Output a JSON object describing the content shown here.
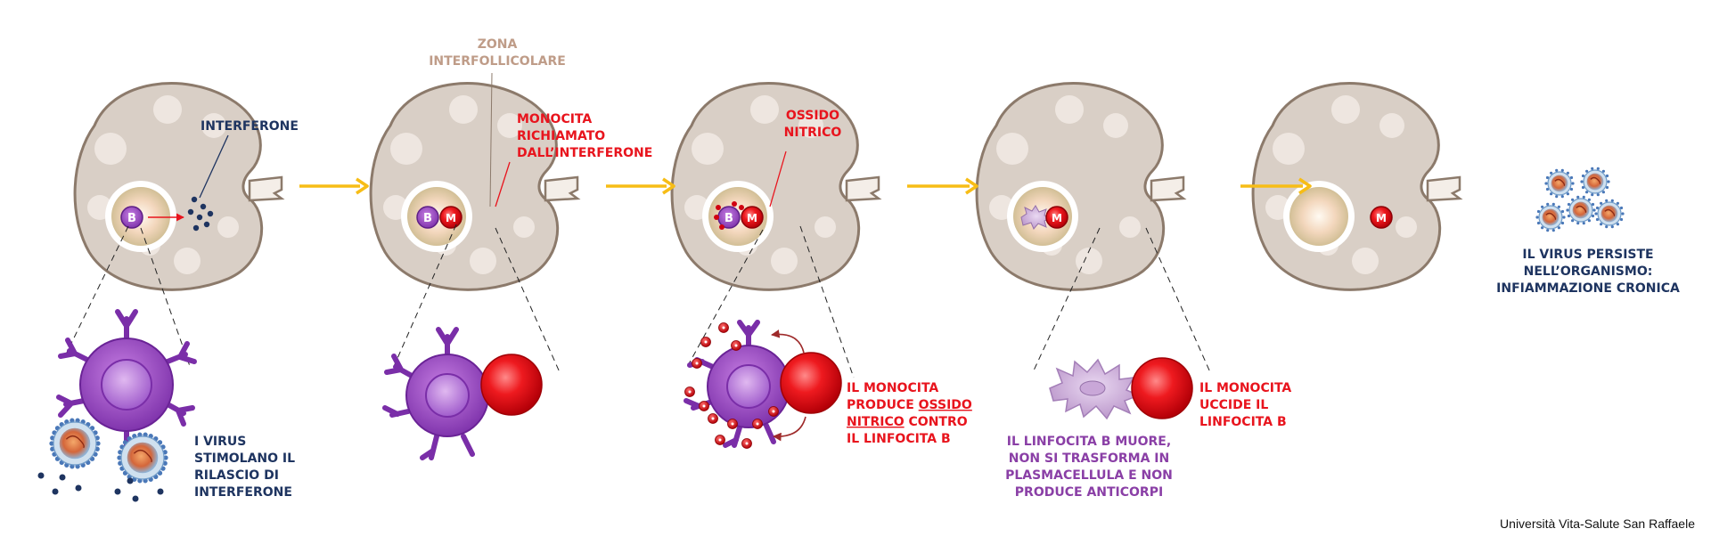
{
  "colors": {
    "node_fill": "#d9cfc6",
    "node_edge": "#8c7a6b",
    "follicle": "#efe8e2",
    "b_cell": "#8c3fb8",
    "monocyte": "#e0101a",
    "arrow": "#f7bd16",
    "label_navy": "#1e3460",
    "label_red": "#e8141d",
    "label_purple": "#8a3fa6",
    "label_tan": "#bf9c88"
  },
  "cell_letters": {
    "b": "B",
    "m": "M"
  },
  "labels": {
    "interferone": "INTERFERONE",
    "zona": [
      "ZONA",
      "INTERFOLLICOLARE"
    ],
    "monocita_richiamato": [
      "MONOCITA",
      "RICHIAMATO",
      "DALL’INTERFERONE"
    ],
    "ossido_nitrico": [
      "OSSIDO",
      "NITRICO"
    ],
    "virus_persiste": [
      "IL VIRUS PERSISTE",
      "NELL’ORGANISMO:",
      "INFIAMMAZIONE CRONICA"
    ],
    "virus_stimolano": [
      "I VIRUS",
      "STIMOLANO IL",
      "RILASCIO DI",
      "INTERFERONE"
    ],
    "monocita_produce": {
      "line1": "IL MONOCITA",
      "line2a": "PRODUCE ",
      "line2b": "OSSIDO",
      "line3a": "NITRICO",
      "line3b": " CONTRO",
      "line4": "IL LINFOCITA B"
    },
    "linfocita_muore": [
      "IL LINFOCITA B MUORE,",
      "NON SI TRASFORMA IN",
      "PLASMACELLULA E NON",
      "PRODUCE ANTICORPI"
    ],
    "monocita_uccide": [
      "IL MONOCITA",
      "UCCIDE IL",
      "LINFOCITA B"
    ]
  },
  "credit": "Università Vita-Salute San Raffaele"
}
